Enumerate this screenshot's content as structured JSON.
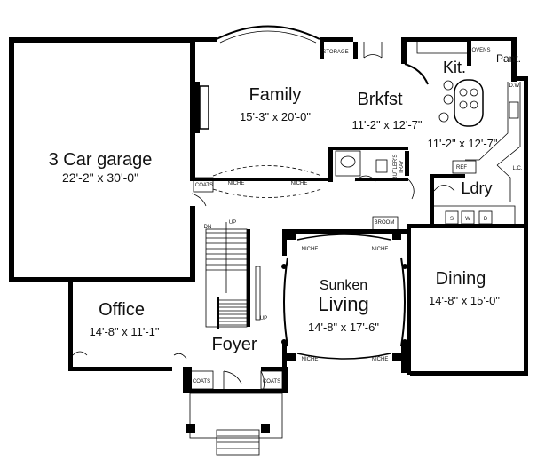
{
  "rooms": {
    "garage": {
      "name": "3 Car garage",
      "dim": "22'-2\" x 30'-0\""
    },
    "family": {
      "name": "Family",
      "dim": "15'-3\" x 20'-0\""
    },
    "brkfst": {
      "name": "Brkfst",
      "dim": "11'-2\" x 12'-7\""
    },
    "kit": {
      "name": "Kit.",
      "dim": "11'-2\" x 12'-7\""
    },
    "pant": {
      "name": "Pant."
    },
    "ldry": {
      "name": "Ldry"
    },
    "dining": {
      "name": "Dining",
      "dim": "14'-8\" x 15'-0\""
    },
    "living": {
      "name1": "Sunken",
      "name2": "Living",
      "dim": "14'-8\" x 17'-6\""
    },
    "office": {
      "name": "Office",
      "dim": "14'-8\" x 11'-1\""
    },
    "foyer": {
      "name": "Foyer"
    }
  },
  "labels": {
    "storage": "STORAGE",
    "ovens": "OVENS",
    "dw": "D.W.",
    "ref": "REF",
    "lc": "L.C.",
    "coats_upper": "COATS",
    "niche_family_left": "NICHE",
    "niche_family_right": "NICHE",
    "butlers": "BUTLER'S",
    "tray": "TRAY",
    "broom": "BROOM",
    "niche_living_tl": "NICHE",
    "niche_living_tr": "NICHE",
    "niche_living_bl": "NICHE",
    "niche_living_br": "NICHE",
    "up_top": "UP",
    "dn": "DN",
    "up_bottom": "UP",
    "coats_left": "COATS",
    "coats_right": "COATS",
    "washer": "W",
    "dryer": "D",
    "sink": "S"
  }
}
